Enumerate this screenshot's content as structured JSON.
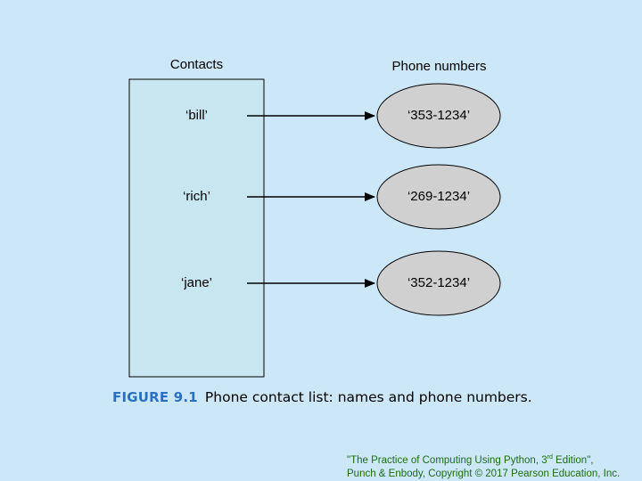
{
  "diagram": {
    "contacts_title": "Contacts",
    "phones_title": "Phone numbers",
    "contacts": [
      {
        "name": "‘bill’",
        "phone": "‘353-1234’"
      },
      {
        "name": "‘rich’",
        "phone": "‘269-1234’"
      },
      {
        "name": "‘jane’",
        "phone": "‘352-1234’"
      }
    ]
  },
  "caption": {
    "figure_label": "FIGURE 9.1",
    "text": "Phone contact list: names and phone numbers."
  },
  "credit": {
    "line1_before_sup": "\"The Practice of Computing Using Python, 3",
    "line1_sup": "rd",
    "line1_after_sup": " Edition\",",
    "line2": "Punch & Enbody, Copyright © 2017 Pearson Education, Inc."
  },
  "colors": {
    "background": "#cce8f8",
    "contacts_box_fill": "#c8e6f0",
    "ellipse_fill": "#d0d0d0",
    "figure_label": "#2a6fc0",
    "credit_text": "#1d6b17"
  }
}
